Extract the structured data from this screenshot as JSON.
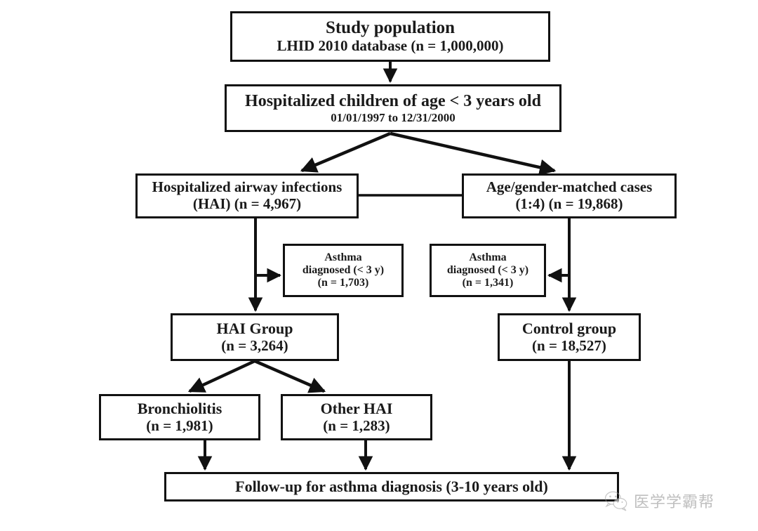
{
  "diagram": {
    "title": "Study flow diagram",
    "colors": {
      "background": "#ffffff",
      "box_border": "#111111",
      "text": "#1a1a1a",
      "connector": "#111111",
      "watermark": "#8c8c8c"
    },
    "nodes": {
      "study_population": {
        "line1": "Study population",
        "line2": "LHID 2010 database (n = 1,000,000)"
      },
      "hospitalized_children": {
        "line1": "Hospitalized children of age < 3 years old",
        "line2": "01/01/1997 to 12/31/2000"
      },
      "hai": {
        "line1": "Hospitalized airway infections",
        "line2": "(HAI) (n = 4,967)"
      },
      "matched_cases": {
        "line1": "Age/gender-matched cases",
        "line2": "(1:4) (n = 19,868)"
      },
      "asthma_left": {
        "line1": "Asthma",
        "line2": "diagnosed (< 3 y)",
        "line3": "(n = 1,703)"
      },
      "asthma_right": {
        "line1": "Asthma",
        "line2": "diagnosed (< 3 y)",
        "line3": "(n = 1,341)"
      },
      "hai_group": {
        "line1": "HAI Group",
        "line2": "(n = 3,264)"
      },
      "control_group": {
        "line1": "Control group",
        "line2": "(n = 18,527)"
      },
      "bronchiolitis": {
        "line1": "Bronchiolitis",
        "line2": "(n = 1,981)"
      },
      "other_hai": {
        "line1": "Other HAI",
        "line2": "(n = 1,283)"
      },
      "followup": {
        "line1": "Follow-up for asthma diagnosis (3-10 years old)"
      }
    },
    "watermark": {
      "text": "医学学霸帮",
      "icon": "wechat-icon"
    }
  },
  "chart_data": {
    "type": "diagram",
    "title": "Study population selection flowchart",
    "nodes": [
      {
        "id": "study_population",
        "label": "Study population — LHID 2010 database",
        "n": 1000000
      },
      {
        "id": "hospitalized_children",
        "label": "Hospitalized children of age < 3 years old (01/01/1997 to 12/31/2000)",
        "n": null
      },
      {
        "id": "hai",
        "label": "Hospitalized airway infections (HAI)",
        "n": 4967
      },
      {
        "id": "matched_cases",
        "label": "Age/gender-matched cases (1:4)",
        "n": 19868
      },
      {
        "id": "asthma_left",
        "label": "Asthma diagnosed (< 3 y)",
        "n": 1703
      },
      {
        "id": "asthma_right",
        "label": "Asthma diagnosed (< 3 y)",
        "n": 1341
      },
      {
        "id": "hai_group",
        "label": "HAI Group",
        "n": 3264
      },
      {
        "id": "control_group",
        "label": "Control group",
        "n": 18527
      },
      {
        "id": "bronchiolitis",
        "label": "Bronchiolitis",
        "n": 1981
      },
      {
        "id": "other_hai",
        "label": "Other HAI",
        "n": 1283
      },
      {
        "id": "followup",
        "label": "Follow-up for asthma diagnosis (3-10 years old)",
        "n": null
      }
    ],
    "edges": [
      {
        "from": "study_population",
        "to": "hospitalized_children",
        "arrow": true
      },
      {
        "from": "hospitalized_children",
        "to": "hai",
        "arrow": true
      },
      {
        "from": "hospitalized_children",
        "to": "matched_cases",
        "arrow": true
      },
      {
        "from": "hai",
        "to": "matched_cases",
        "arrow": false
      },
      {
        "from": "hai",
        "to": "asthma_left",
        "arrow": true
      },
      {
        "from": "hai",
        "to": "hai_group",
        "arrow": true
      },
      {
        "from": "matched_cases",
        "to": "asthma_right",
        "arrow": true
      },
      {
        "from": "matched_cases",
        "to": "control_group",
        "arrow": true
      },
      {
        "from": "hai_group",
        "to": "bronchiolitis",
        "arrow": true
      },
      {
        "from": "hai_group",
        "to": "other_hai",
        "arrow": true
      },
      {
        "from": "bronchiolitis",
        "to": "followup",
        "arrow": true
      },
      {
        "from": "other_hai",
        "to": "followup",
        "arrow": true
      },
      {
        "from": "control_group",
        "to": "followup",
        "arrow": true
      }
    ]
  }
}
